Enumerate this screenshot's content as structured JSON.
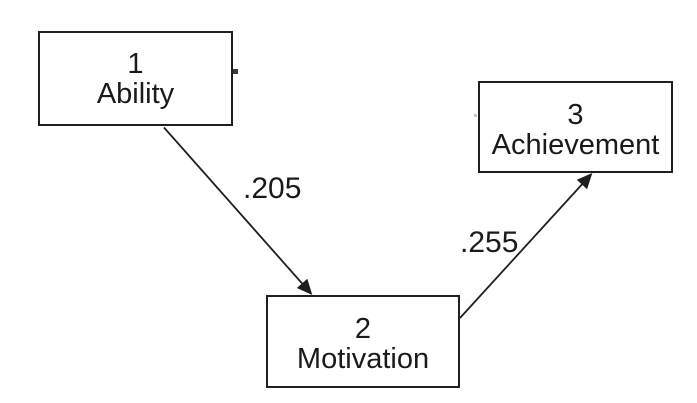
{
  "diagram": {
    "type": "path-diagram",
    "background_color": "#ffffff",
    "line_color": "#1f1f1f",
    "text_color": "#1a1a1a",
    "nodes": [
      {
        "number": "1",
        "label": "Ability"
      },
      {
        "number": "2",
        "label": "Motivation"
      },
      {
        "number": "3",
        "label": "Achievement"
      }
    ],
    "edges": [
      {
        "from": "Ability",
        "to": "Motivation",
        "coefficient": ".205"
      },
      {
        "from": "Motivation",
        "to": "Achievement",
        "coefficient": ".255"
      }
    ]
  }
}
